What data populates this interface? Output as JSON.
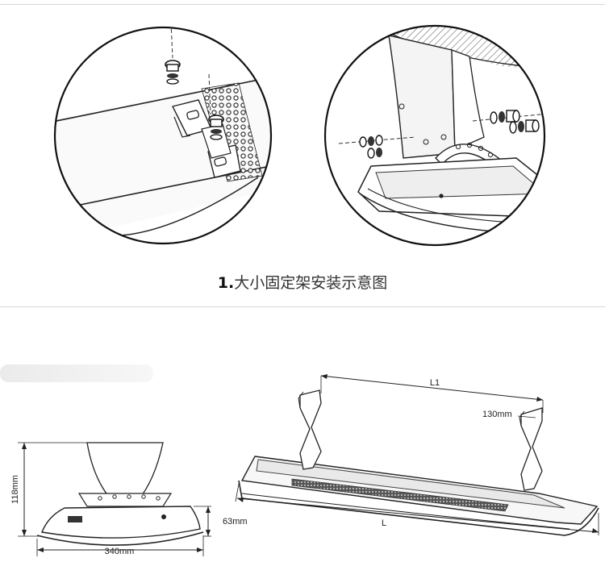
{
  "caption": {
    "number": "1.",
    "text": "大小固定架安装示意图"
  },
  "dimensions": {
    "height": "118mm",
    "width": "340mm",
    "depth": "63mm",
    "bracket": "130mm",
    "l1": "L1",
    "length": "L"
  }
}
